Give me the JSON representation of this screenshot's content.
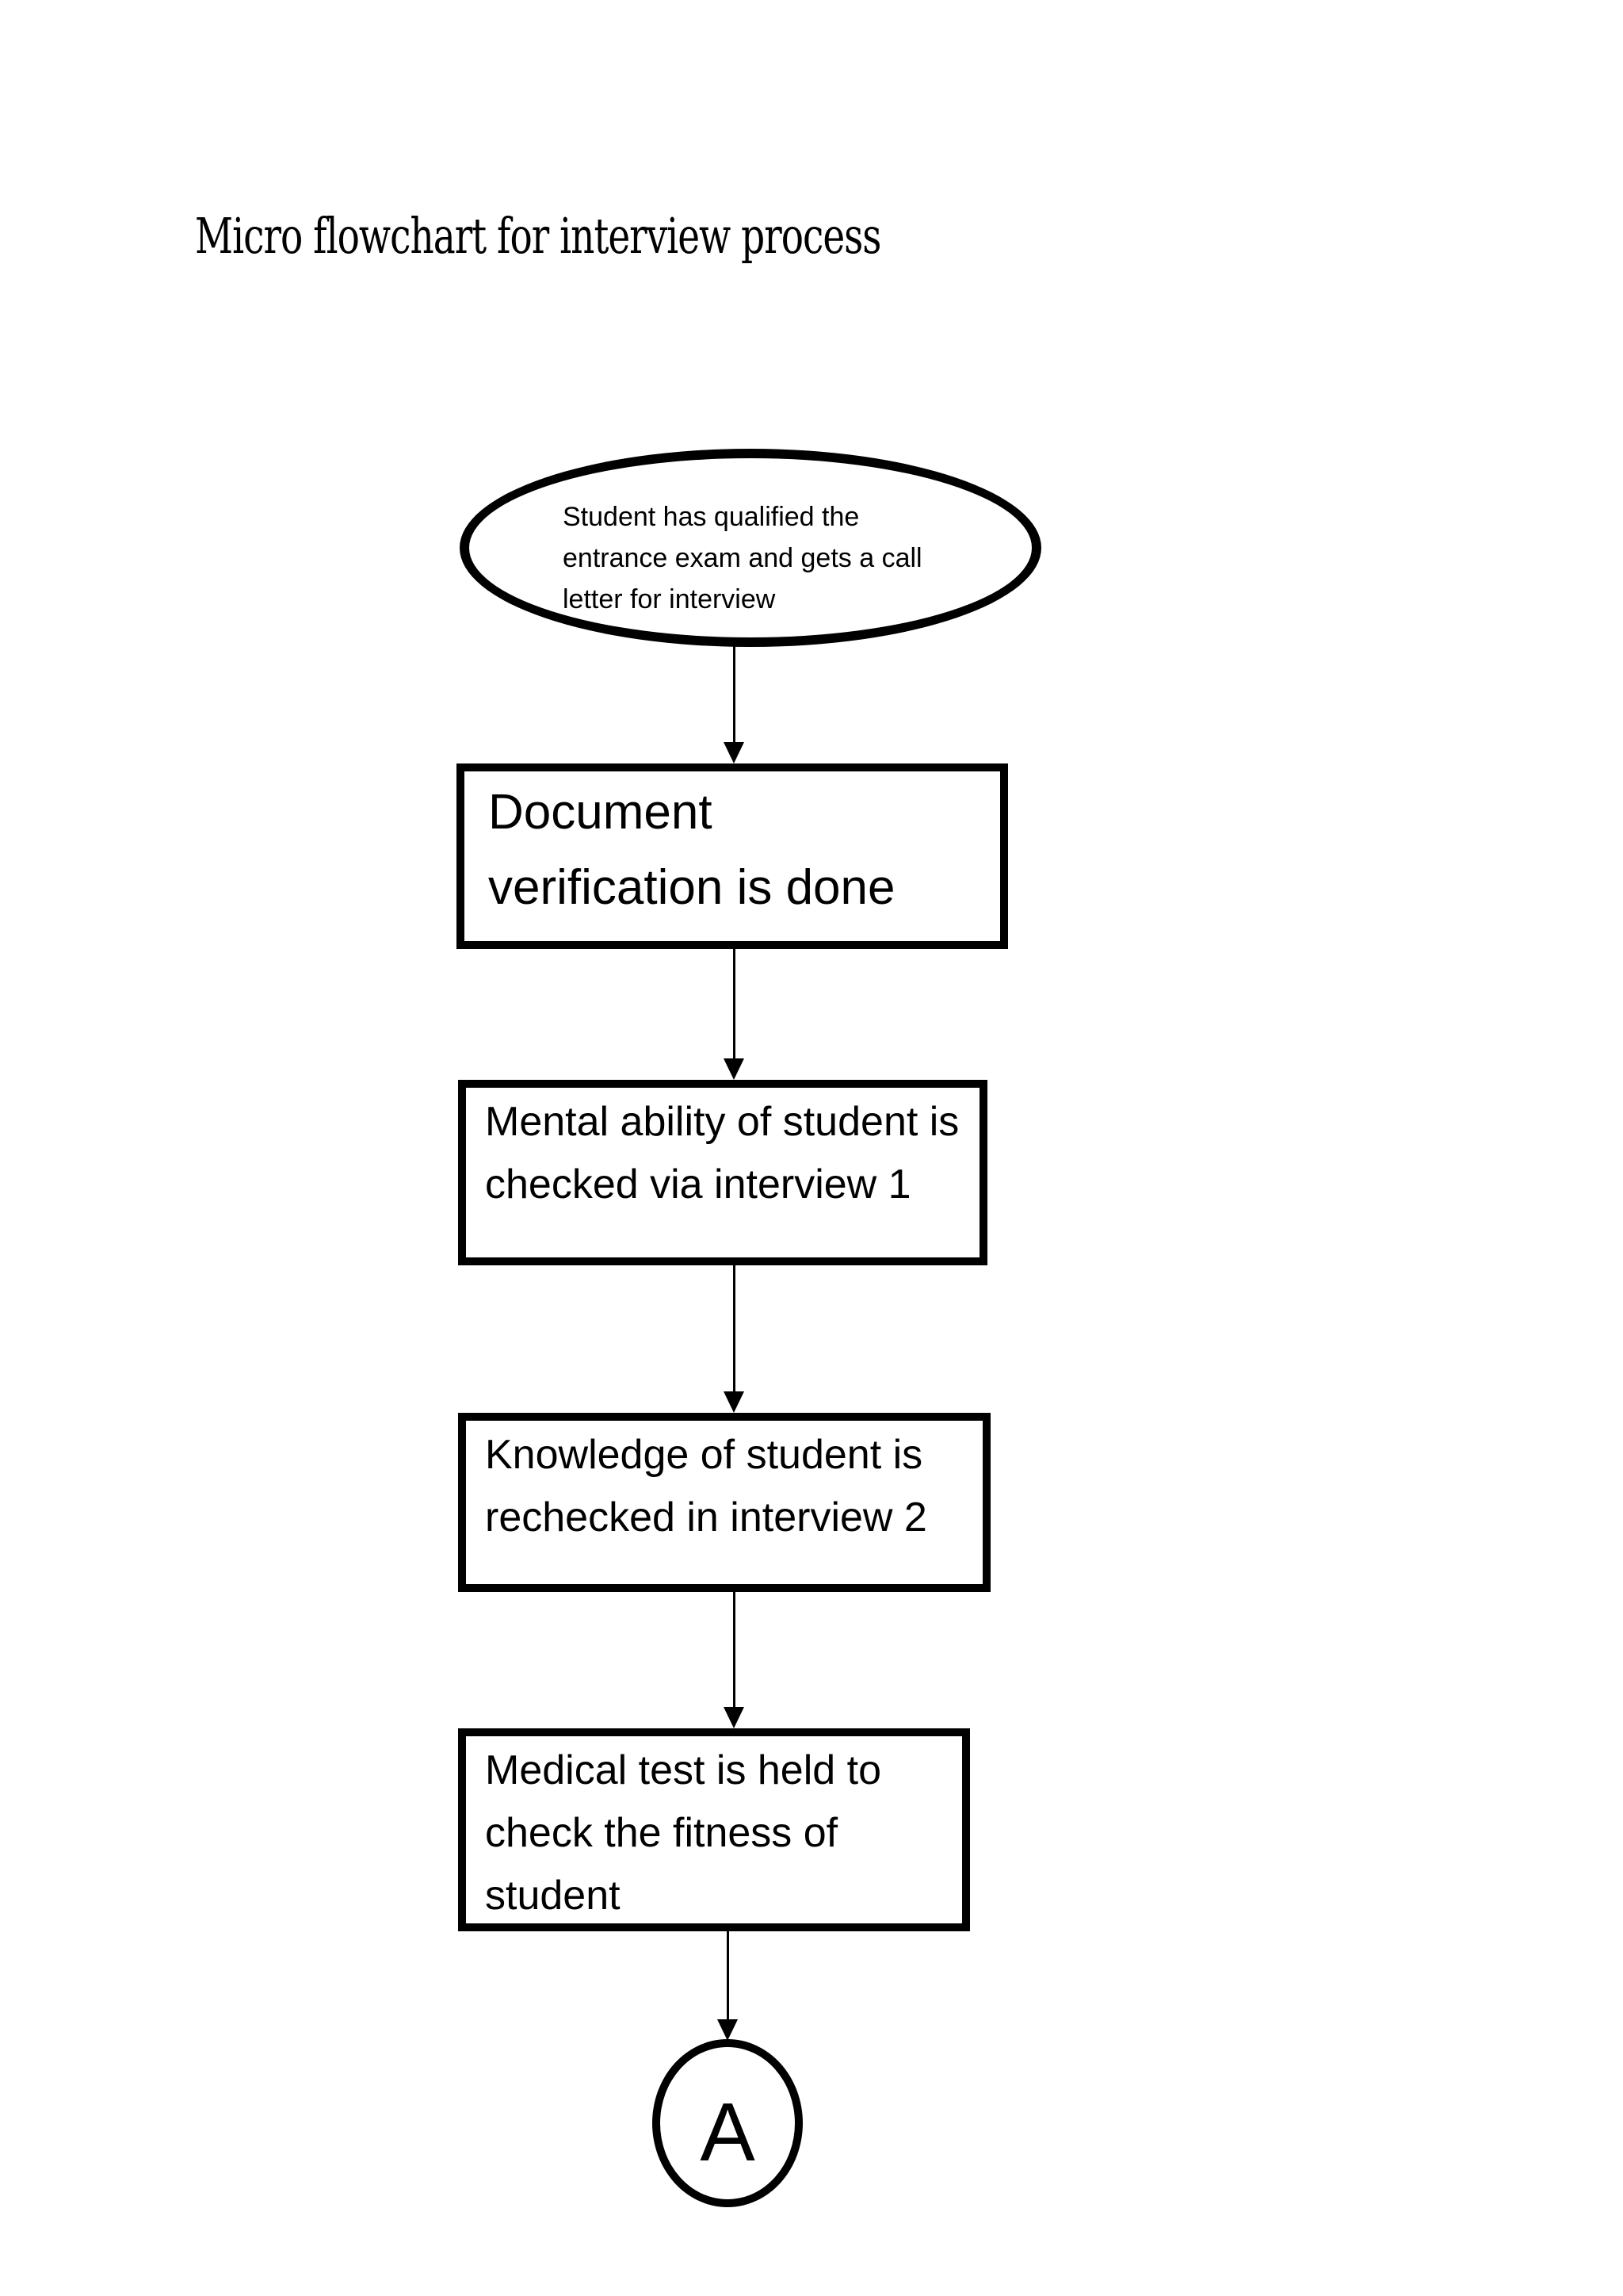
{
  "title": "Micro flowchart for interview process",
  "start": {
    "lines": [
      "Student has qualified the",
      "entrance exam and gets a call",
      "letter for interview"
    ]
  },
  "steps": [
    {
      "lines": [
        "Document",
        "verification is done"
      ]
    },
    {
      "lines": [
        "Mental ability of student is",
        "checked via interview 1"
      ]
    },
    {
      "lines": [
        "Knowledge of student is",
        "rechecked in interview 2"
      ]
    },
    {
      "lines": [
        "Medical test is held to",
        "check the fitness of",
        "student"
      ]
    }
  ],
  "terminator": {
    "label": "A"
  },
  "colors": {
    "ink": "#000000",
    "paper": "#ffffff"
  }
}
